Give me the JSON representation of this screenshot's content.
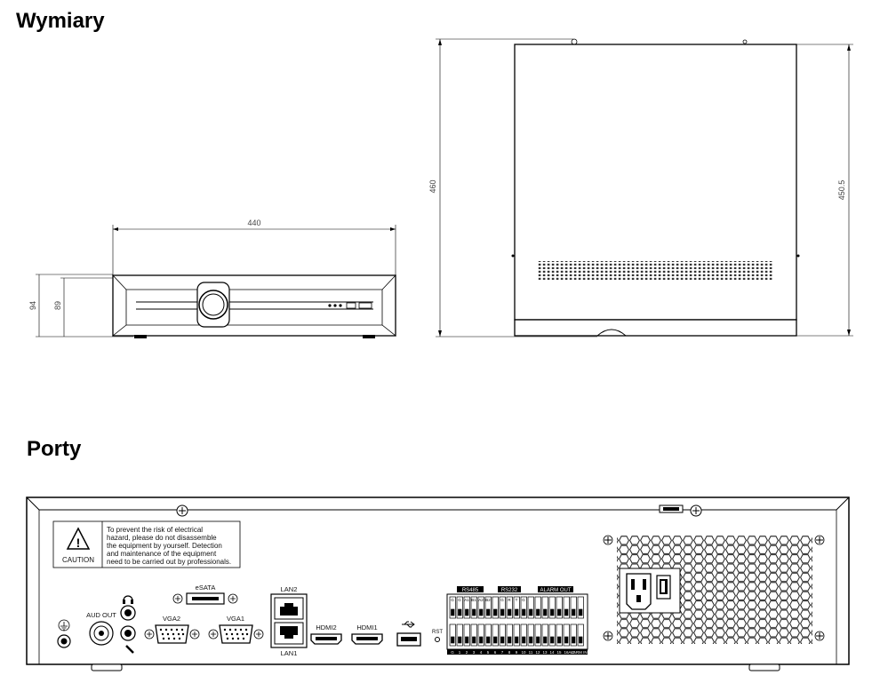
{
  "headings": {
    "dimensions": "Wymiary",
    "ports": "Porty"
  },
  "dimensions": {
    "width": "440",
    "height_total": "94",
    "height_body": "89",
    "depth_total": "460",
    "depth_body": "450.5"
  },
  "warning_label": {
    "caution": "CAUTION",
    "lines": [
      "To prevent the risk of  electrical",
      "hazard, please do not disassemble",
      "the equipment by yourself. Detection",
      "and maintenance of the equipment",
      "need to be carried out by professionals."
    ]
  },
  "ports": {
    "aud_out": "AUD OUT",
    "esata": "eSATA",
    "vga2": "VGA2",
    "vga1": "VGA1",
    "lan2": "LAN2",
    "lan1": "LAN1",
    "hdmi2": "HDMI2",
    "hdmi1": "HDMI1",
    "rst": "RST",
    "rs485": "RS485",
    "rs232": "RS232",
    "alarm_out": "ALARM OUT",
    "terminal_top": [
      "G",
      "G",
      "A1",
      "B1",
      "A2",
      "B2",
      "G",
      "R",
      "T",
      "G"
    ],
    "terminal_bottom": [
      "G",
      "1",
      "2",
      "3",
      "4",
      "5",
      "6",
      "7",
      "8",
      "9",
      "10",
      "11",
      "12",
      "13",
      "14",
      "15",
      "16",
      "G",
      "ALARM IN"
    ]
  }
}
